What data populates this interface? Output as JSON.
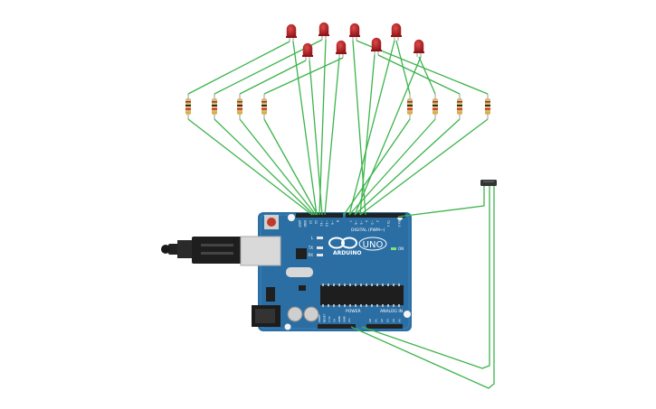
{
  "board": {
    "brand": "ARDUINO",
    "model": "UNO",
    "digital_label": "DIGITAL (PWM~)",
    "power_label": "POWER",
    "analog_label": "ANALOG IN",
    "on_label": "ON",
    "led_labels": [
      "L",
      "TX",
      "RX"
    ],
    "digital_pins": [
      "AREF",
      "GND",
      "13",
      "12",
      "~11",
      "~10",
      "~9",
      "8",
      "7",
      "~6",
      "~5",
      "4",
      "~3",
      "2",
      "TX 1",
      "RX 0"
    ],
    "power_pins": [
      "IOREF",
      "RESET",
      "3.3V",
      "5V",
      "GND",
      "GND",
      "Vin"
    ],
    "analog_pins": [
      "A0",
      "A1",
      "A2",
      "A3",
      "A4",
      "A5"
    ]
  },
  "colors": {
    "wire": "#3cb44b",
    "board": "#2b6ea3",
    "led": "#c0262a",
    "header": "#222222"
  }
}
